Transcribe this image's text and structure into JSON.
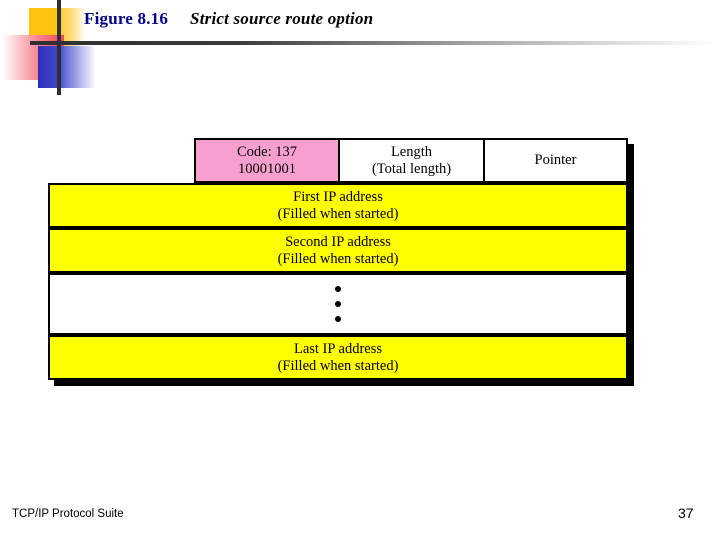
{
  "slide": {
    "title": {
      "figure_number": "Figure 8.16",
      "caption": "Strict source route option",
      "figure_number_color": "#00008B",
      "caption_color": "#000000"
    },
    "footer": {
      "book_title": "TCP/IP Protocol Suite",
      "page_number": "37"
    }
  },
  "diagram": {
    "type": "packet-option-layout",
    "colors": {
      "code_cell": "#F7A0D0",
      "address_cell": "#FFFF00",
      "empty_cell": "#FFFFFF",
      "border": "#000000",
      "shadow": "#000000"
    },
    "header_row": {
      "cells": [
        {
          "line1": "Code: 137",
          "line2": "10001001",
          "fill": "#F7A0D0"
        },
        {
          "line1": "Length",
          "line2": "(Total length)",
          "fill": "#FFFFFF"
        },
        {
          "line1": "Pointer",
          "line2": "",
          "fill": "#FFFFFF"
        }
      ]
    },
    "address_rows": [
      {
        "line1": "First IP address",
        "line2": "(Filled when started)",
        "fill": "#FFFF00"
      },
      {
        "line1": "Second IP address",
        "line2": "(Filled when started)",
        "fill": "#FFFF00"
      },
      {
        "line1": "Last IP address",
        "line2": "(Filled when started)",
        "fill": "#FFFF00"
      }
    ],
    "continuation": {
      "dot_count": 3,
      "fill": "#FFFFFF"
    }
  }
}
